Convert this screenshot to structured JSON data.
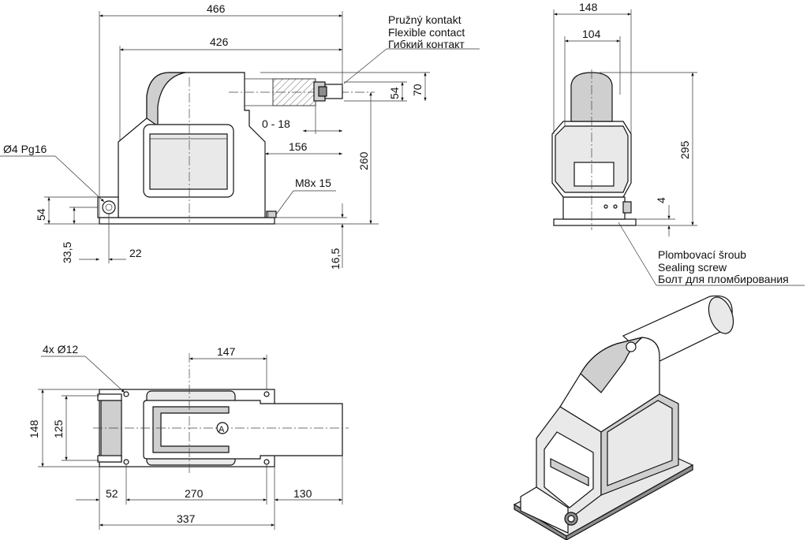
{
  "front_view": {
    "dim_overall_length": "466",
    "dim_base_length": "426",
    "dim_contact_height": "54",
    "dim_top_height": "70",
    "dim_contact_adjust": "0 - 18",
    "dim_contact_offset": "156",
    "dim_total_height": "260",
    "dim_gland_height": "54",
    "dim_gland_low": "33,5",
    "dim_gland_offset": "22",
    "dim_base_thickness": "16,5",
    "label_gland": "Ø4 Pg16",
    "label_bolt": "M8x 15",
    "label_contact_cs": "Pružný kontakt",
    "label_contact_en": "Flexible contact",
    "label_contact_ru": "Гибкий контакт"
  },
  "side_view": {
    "dim_width": "148",
    "dim_inner_width": "104",
    "dim_height": "295",
    "dim_step": "4",
    "label_seal_cs": "Plombovací šroub",
    "label_seal_en": "Sealing screw",
    "label_seal_ru": "Болт для пломбирования"
  },
  "top_view": {
    "label_holes": "4x  Ø12",
    "dim_147": "147",
    "dim_148": "148",
    "dim_125": "125",
    "dim_52": "52",
    "dim_270": "270",
    "dim_130": "130",
    "dim_337": "337",
    "marker_letter": "A"
  }
}
